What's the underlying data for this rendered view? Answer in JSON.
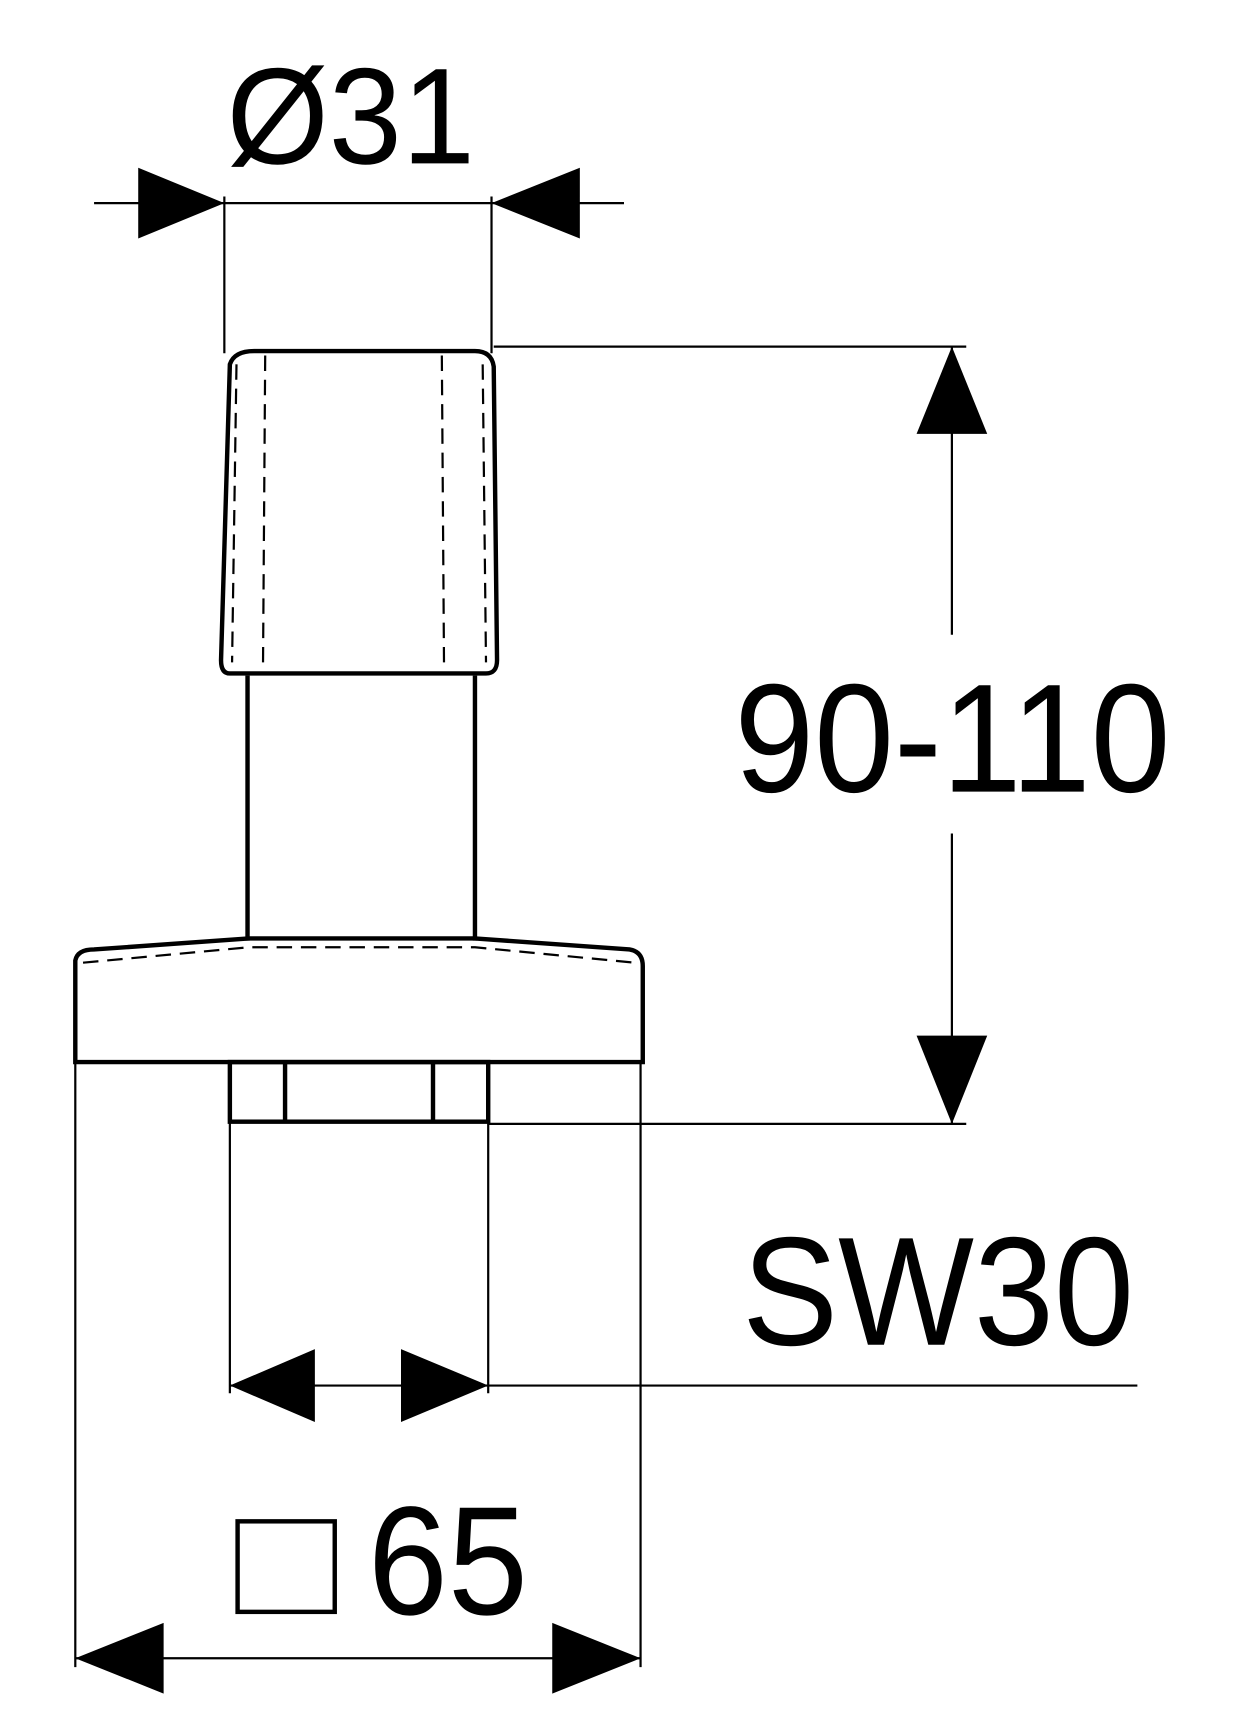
{
  "drawing": {
    "diameter_label": "Ø31",
    "height_label": "90-110",
    "wrench_size_label": "SW30",
    "square_size_label": "65",
    "line_color": "#000000",
    "background_color": "#ffffff"
  }
}
